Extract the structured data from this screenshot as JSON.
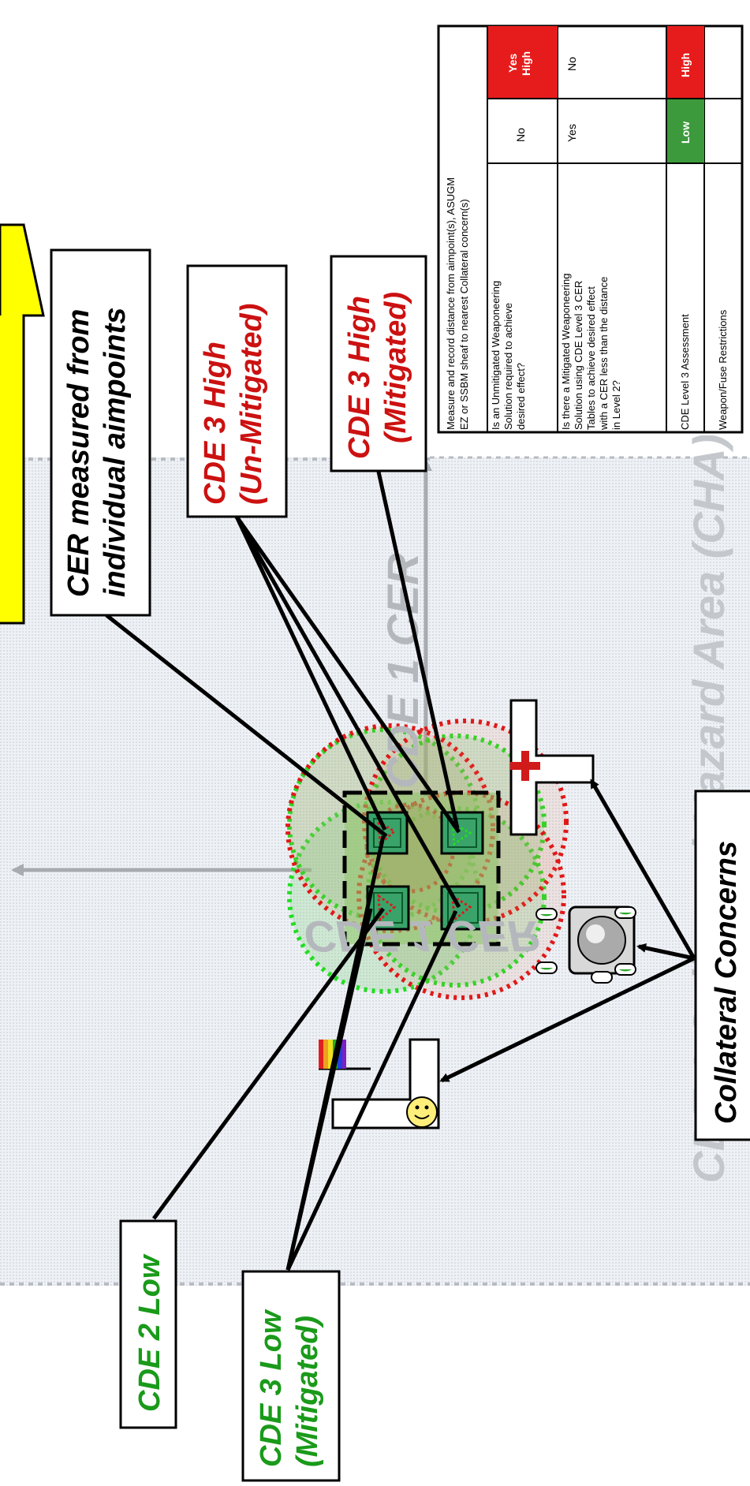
{
  "labels": {
    "cer_measured": [
      "CER measured from",
      "individual aimpoints"
    ],
    "cde3_high_unmitigated": [
      "CDE 3 High",
      "(Un-Mitigated)"
    ],
    "cde3_high_mitigated": [
      "CDE 3 High",
      "(Mitigated)"
    ],
    "cde2_low": "CDE 2 Low",
    "cde3_low_mitigated": [
      "CDE 3 Low",
      "(Mitigated)"
    ],
    "collateral_concerns": "Collateral Concerns",
    "cde1_cer_top": "CDE 1 CER",
    "cde1_cer_mirrored": "CDE 1 CER",
    "cde1_cha": "CDE 1 Collateral Hazard Area (CHA)"
  },
  "table": {
    "header": [
      "Measure and record distance from  aimpoint(s), ASUGM",
      "EZ or SSBM sheaf to nearest Collateral concern(s)"
    ],
    "rows": [
      {
        "question": [
          "Is an Unmitigated Weaponeering",
          "Solution required to achieve",
          "desired effect?"
        ],
        "col1": "No",
        "col2": [
          "Yes",
          "High"
        ]
      },
      {
        "question": [
          "Is there a Mitigated Weaponeering",
          "Solution using CDE Level 3 CER",
          "Tables to achieve desired effect",
          "with a CER less than the distance",
          "in Level 2?"
        ],
        "col1": "Yes",
        "col2": "No"
      },
      {
        "question": [
          "CDE Level 3 Assessment"
        ],
        "col1": "Low",
        "col2": "High"
      },
      {
        "question": [
          "Weapon/Fuse Restrictions"
        ],
        "col1": "",
        "col2": ""
      }
    ]
  },
  "colors": {
    "red_text": "#cc1111",
    "green_text": "#1a9a1a",
    "arrow_yellow": "#ffff00",
    "cell_green": "#3c9a3c",
    "cell_red": "#e61c1c",
    "dot_red": "#e01818",
    "dot_green": "#22dd22",
    "cha_fill": "#e4e8ee",
    "watermark": "#b4b8bc"
  },
  "icons": [
    "hospital-cross-icon",
    "smiley-face-icon",
    "rainbow-flag-icon",
    "mosque-dome-icon",
    "aimpoint-marker-icon"
  ]
}
